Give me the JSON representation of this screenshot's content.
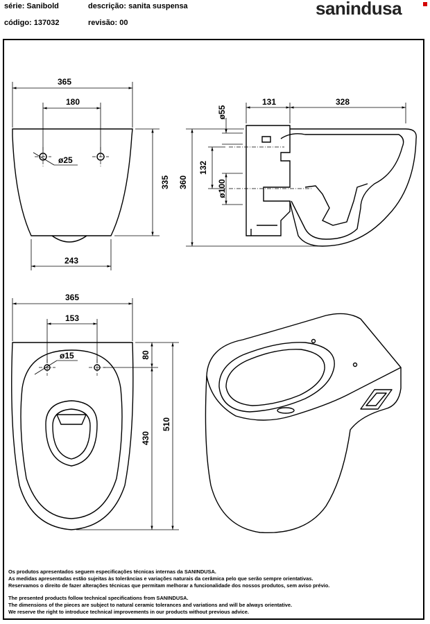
{
  "header": {
    "serie": "série: Sanibold",
    "codigo": "código: 137032",
    "descricao": "descrição: sanita suspensa",
    "revisao": "revisão: 00",
    "logo": "sanindusa"
  },
  "dimensions": {
    "front": {
      "width_top": "365",
      "holes_spacing": "180",
      "hole_dia": "ø25",
      "height": "335",
      "base_width": "243"
    },
    "side": {
      "rear": "131",
      "depth": "328",
      "inlet": "ø55",
      "height": "360",
      "spacing": "132",
      "outlet": "ø100"
    },
    "top": {
      "width": "365",
      "holes_spacing": "153",
      "hole_dia": "ø15",
      "offset": "80",
      "bowl": "430",
      "length": "510"
    }
  },
  "notes": {
    "pt1": "Os produtos apresentados seguem especificações técnicas internas da SANINDUSA.",
    "pt2": "As medidas apresentadas estão sujeitas às tolerâncias e variações naturais da cerâmica pelo que serão sempre orientativas.",
    "pt3": "Reservamos o direito de fazer alterações técnicas que permitam melhorar a funcionalidade dos nossos produtos, sem aviso prévio.",
    "en1": "The presented products follow technical specifications from SANINDUSA.",
    "en2": "The dimensions of the pieces are subject to natural ceramic tolerances and variations and will be always orientative.",
    "en3": "We reserve the right to introduce technical improvements in our products without previous advice."
  },
  "colors": {
    "line": "#000000",
    "brand_mark": "#d40000"
  }
}
